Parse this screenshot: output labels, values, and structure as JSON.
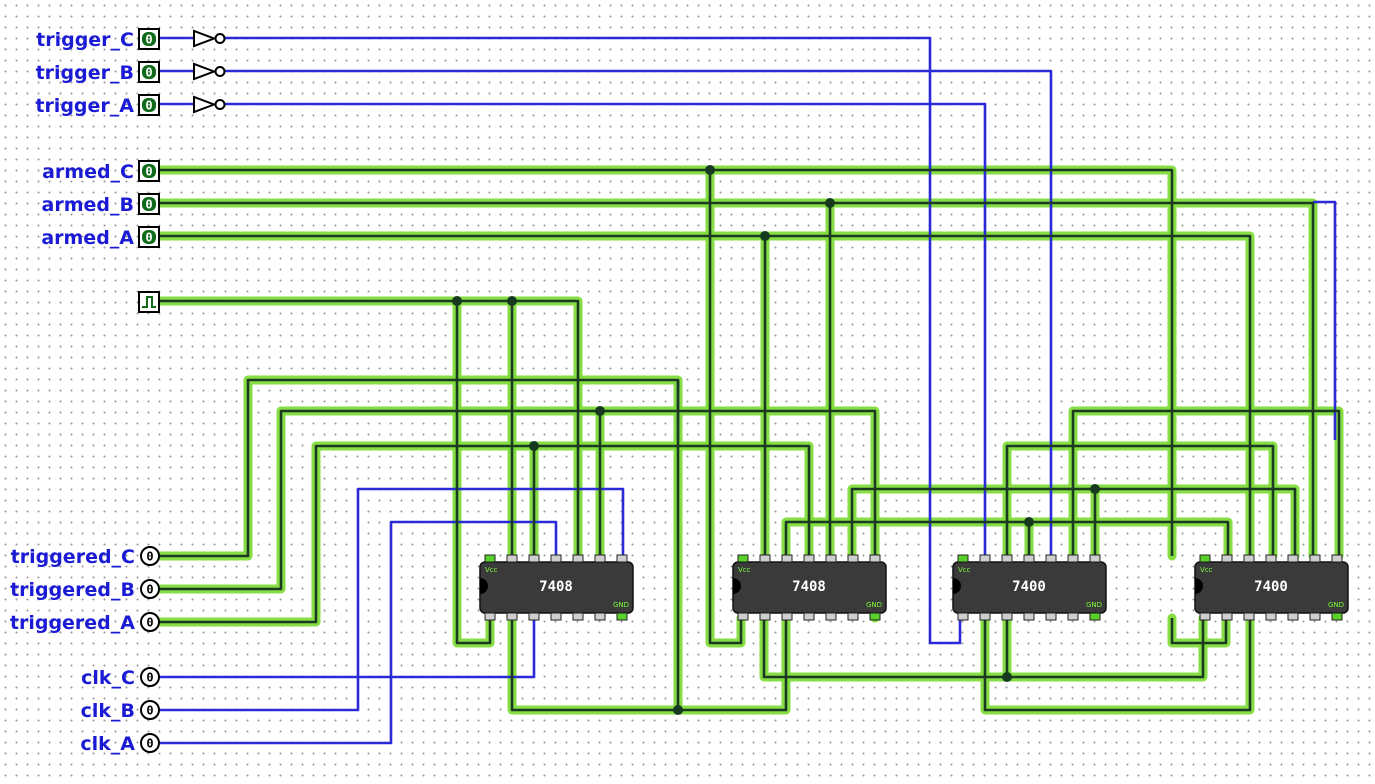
{
  "inputs": [
    {
      "id": "trigger_C",
      "label": "trigger_C",
      "value": "0"
    },
    {
      "id": "trigger_B",
      "label": "trigger_B",
      "value": "0"
    },
    {
      "id": "trigger_A",
      "label": "trigger_A",
      "value": "0"
    },
    {
      "id": "armed_C",
      "label": "armed_C",
      "value": "0"
    },
    {
      "id": "armed_B",
      "label": "armed_B",
      "value": "0"
    },
    {
      "id": "armed_A",
      "label": "armed_A",
      "value": "0"
    }
  ],
  "outputs": [
    {
      "id": "triggered_C",
      "label": "triggered_C",
      "value": "0"
    },
    {
      "id": "triggered_B",
      "label": "triggered_B",
      "value": "0"
    },
    {
      "id": "triggered_A",
      "label": "triggered_A",
      "value": "0"
    },
    {
      "id": "clk_C",
      "label": "clk_C",
      "value": "0"
    },
    {
      "id": "clk_B",
      "label": "clk_B",
      "value": "0"
    },
    {
      "id": "clk_A",
      "label": "clk_A",
      "value": "0"
    }
  ],
  "chips": [
    {
      "id": "chip1",
      "part": "7408",
      "vcc": "Vcc",
      "gnd": "GND"
    },
    {
      "id": "chip2",
      "part": "7408",
      "vcc": "Vcc",
      "gnd": "GND"
    },
    {
      "id": "chip3",
      "part": "7400",
      "vcc": "Vcc",
      "gnd": "GND"
    },
    {
      "id": "chip4",
      "part": "7400",
      "vcc": "Vcc",
      "gnd": "GND"
    }
  ],
  "colors": {
    "label": "#1b1bd6",
    "wire_idle": "#2a2ad8",
    "wire_active": "#1a3a22",
    "highlight": "#7fdc3a",
    "chip_body": "#3a3a3a",
    "input_fill": "#0f6b1a"
  }
}
